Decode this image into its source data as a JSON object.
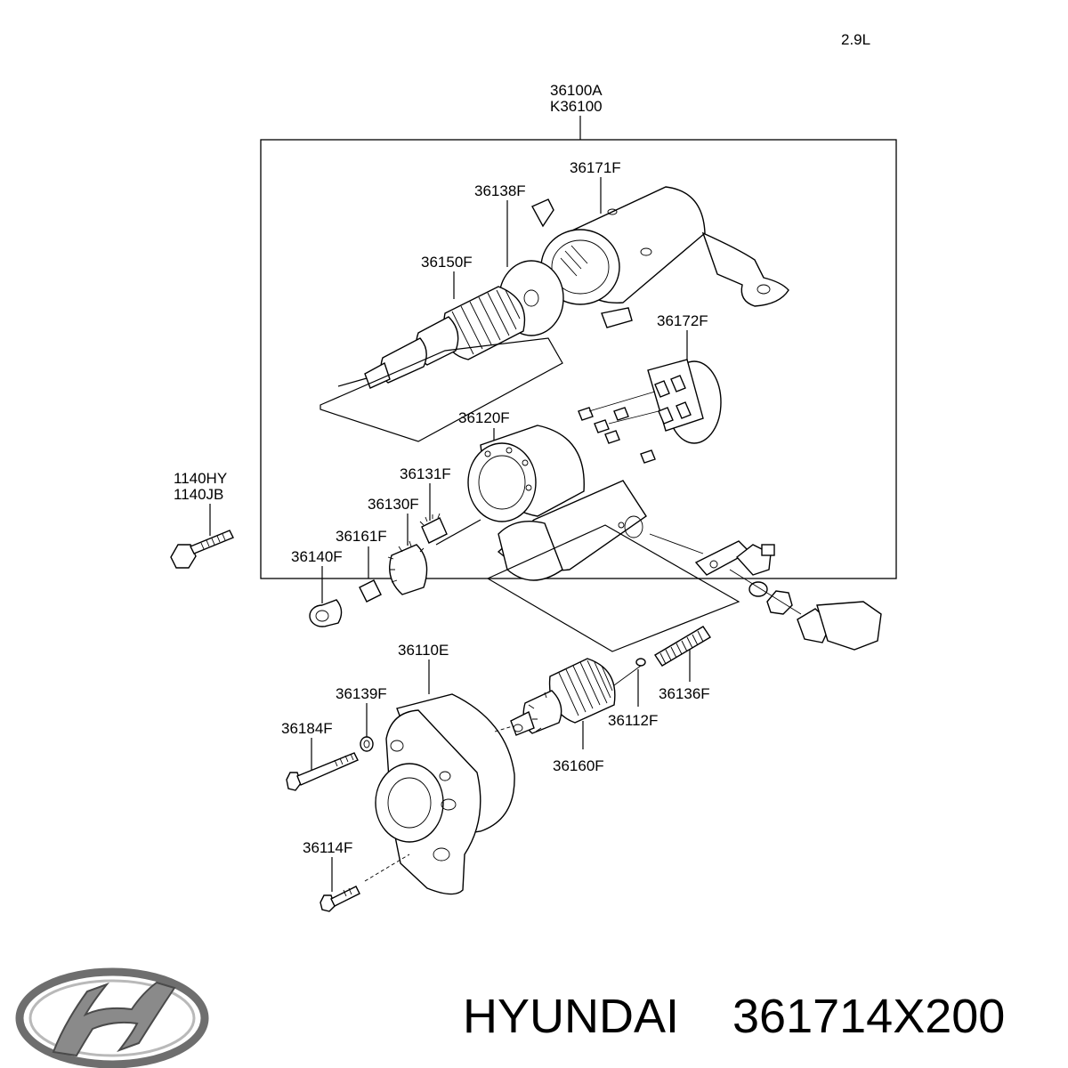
{
  "engine_label": "2.9L",
  "assembly_numbers": [
    "36100A",
    "K36100"
  ],
  "bolt_numbers": [
    "1140HY",
    "1140JB"
  ],
  "callouts": {
    "p36171F": "36171F",
    "p36138F": "36138F",
    "p36150F": "36150F",
    "p36172F": "36172F",
    "p36120F": "36120F",
    "p36131F": "36131F",
    "p36130F": "36130F",
    "p36161F": "36161F",
    "p36140F": "36140F",
    "p36110E": "36110E",
    "p36139F": "36139F",
    "p36184F": "36184F",
    "p36112F": "36112F",
    "p36136F": "36136F",
    "p36160F": "36160F",
    "p36114F": "36114F"
  },
  "caption": {
    "brand": "HYUNDAI",
    "part_number": "361714X200"
  }
}
